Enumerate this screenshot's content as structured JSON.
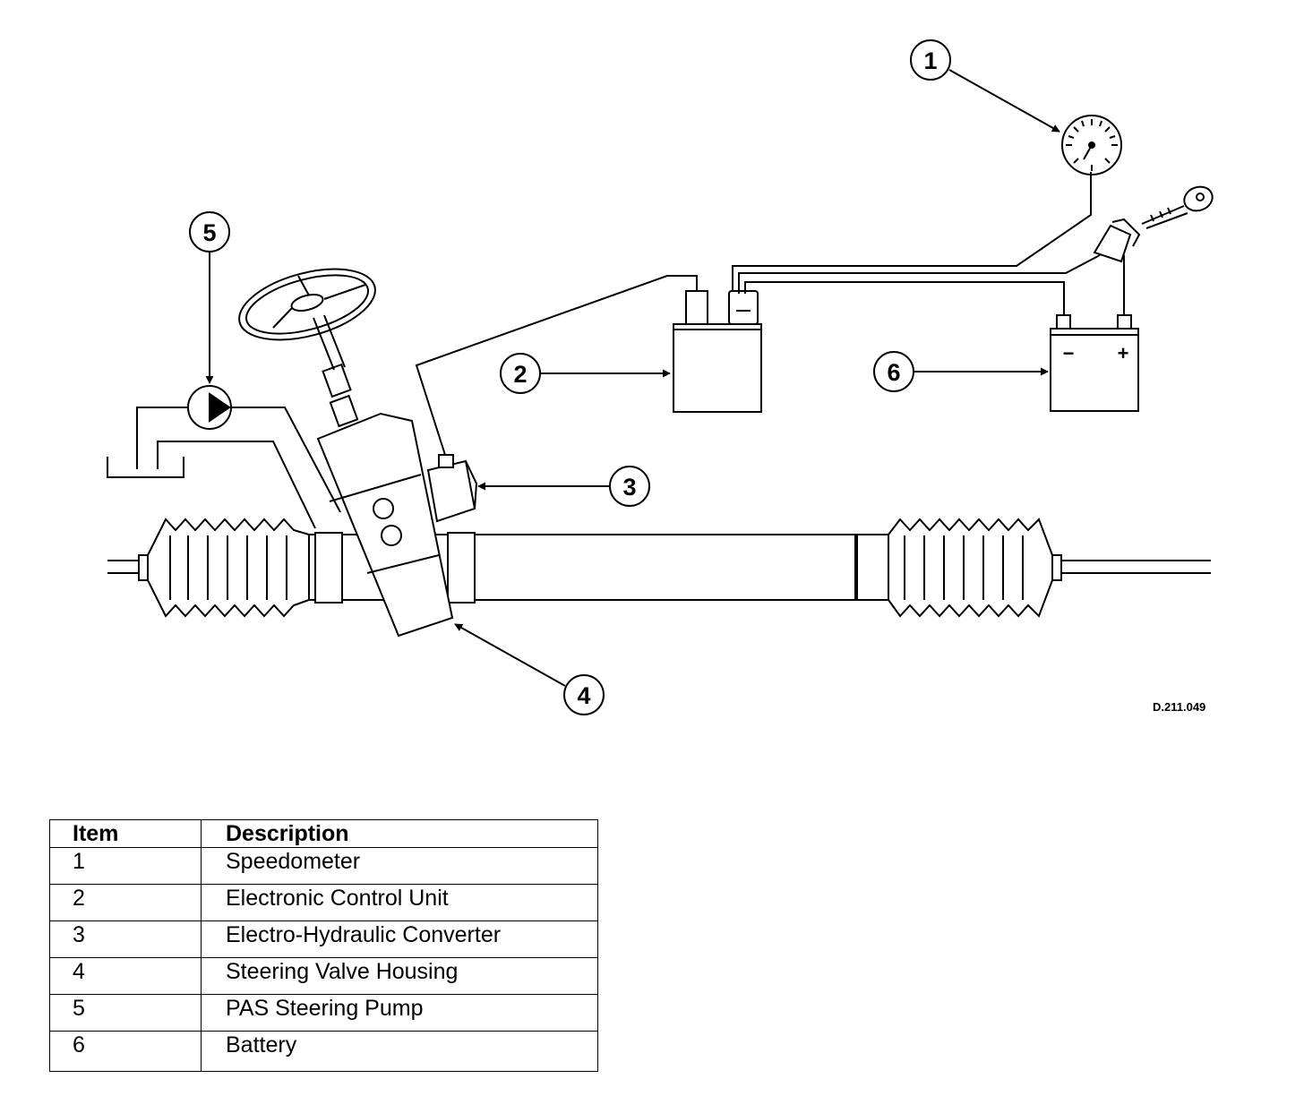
{
  "diagram": {
    "figure_code": "D.211.049",
    "callouts": [
      "1",
      "2",
      "3",
      "4",
      "5",
      "6"
    ],
    "battery_terminals": {
      "negative": "−",
      "positive": "+"
    }
  },
  "legend": {
    "headers": {
      "item": "Item",
      "description": "Description"
    },
    "rows": [
      {
        "item": "1",
        "description": "Speedometer"
      },
      {
        "item": "2",
        "description": "Electronic Control Unit"
      },
      {
        "item": "3",
        "description": "Electro-Hydraulic Converter"
      },
      {
        "item": "4",
        "description": "Steering Valve Housing"
      },
      {
        "item": "5",
        "description": "PAS Steering Pump"
      },
      {
        "item": "6",
        "description": "Battery"
      }
    ]
  },
  "icons": [
    "speedometer-icon",
    "ignition-key-icon",
    "ignition-switch-icon",
    "steering-wheel-icon",
    "pump-icon",
    "reservoir-icon",
    "battery-icon",
    "ecu-icon",
    "gaiter-icon"
  ]
}
